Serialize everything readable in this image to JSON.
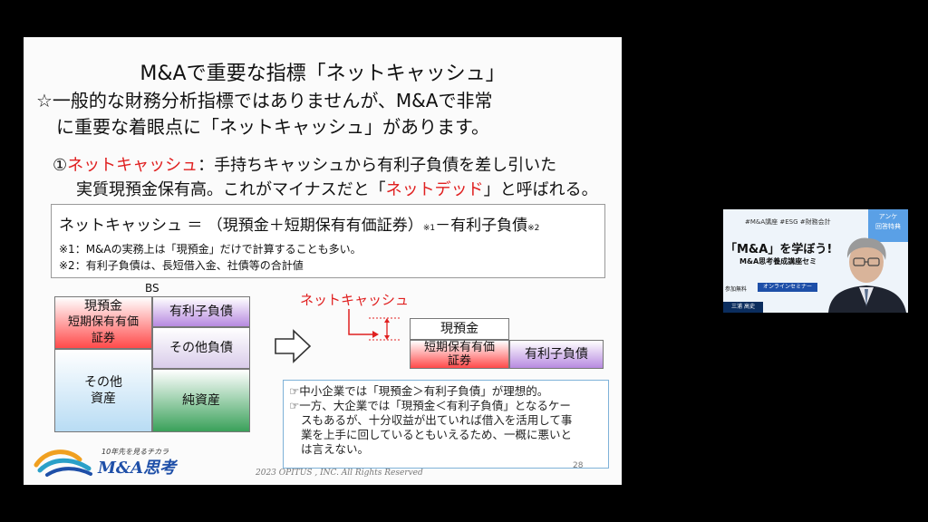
{
  "slide": {
    "title": "M&Aで重要な指標「ネットキャッシュ」",
    "intro_line1": "☆一般的な財務分析指標ではありませんが、M&Aで非常",
    "intro_line2": "に重要な着眼点に「ネットキャッシュ」があります。",
    "def_number": "①",
    "def_term": "ネットキャッシュ",
    "def_text1": "：手持ちキャッシュから有利子負債を差し引いた",
    "def_text2a": "実質現預金保有高。これがマイナスだと「",
    "def_term2": "ネットデッド",
    "def_text2b": "」と呼ばれる。",
    "formula": {
      "lhs": "ネットキャッシュ ＝ （現預金＋短期保有有価証券）",
      "sup1": "※1",
      "mid": "－有利子負債",
      "sup2": "※2",
      "note1": "※1：M&Aの実務上は「現預金」だけで計算することも多い。",
      "note2": "※2：有利子負債は、長短借入金、社債等の合計値"
    },
    "bs": {
      "label": "BS",
      "cash": "現預金",
      "securities1": "短期保有有価",
      "securities2": "証券",
      "interest_debt": "有利子負債",
      "other_assets1": "その他",
      "other_assets2": "資産",
      "other_liab": "その他負債",
      "equity": "純資産"
    },
    "nc": {
      "label": "ネットキャッシュ",
      "cash": "現預金",
      "securities1": "短期保有有価",
      "securities2": "証券",
      "debt": "有利子負債"
    },
    "notes": {
      "line1": "☞中小企業では「現預金＞有利子負債」が理想的。",
      "line2": "☞一方、大企業では「現預金＜有利子負債」となるケー",
      "line3": "スもあるが、十分収益が出ていれば借入を活用して事",
      "line4": "業を上手に回しているともいえるため、一概に悪いと",
      "line5": "は言えない。"
    },
    "footer": "2023 OPITUS , INC. All Rights Reserved",
    "page_number": "28",
    "logo_tagline": "10年先を見るチカラ",
    "logo_name": "M&A思考"
  },
  "webcam": {
    "tags": "#M&A講座  #ESG  #財務会計",
    "corner_line1": "アンケ",
    "corner_line2": "回答特典",
    "heading": "「M&A」を学ぼう!",
    "subheading": "M&A思考養成講座セミ",
    "free": "参加無料",
    "seminar": "オンラインセミナー",
    "name_tag": "三浦 高史"
  },
  "colors": {
    "accent_red": "#e02020",
    "brand_blue": "#1e4fa8"
  }
}
